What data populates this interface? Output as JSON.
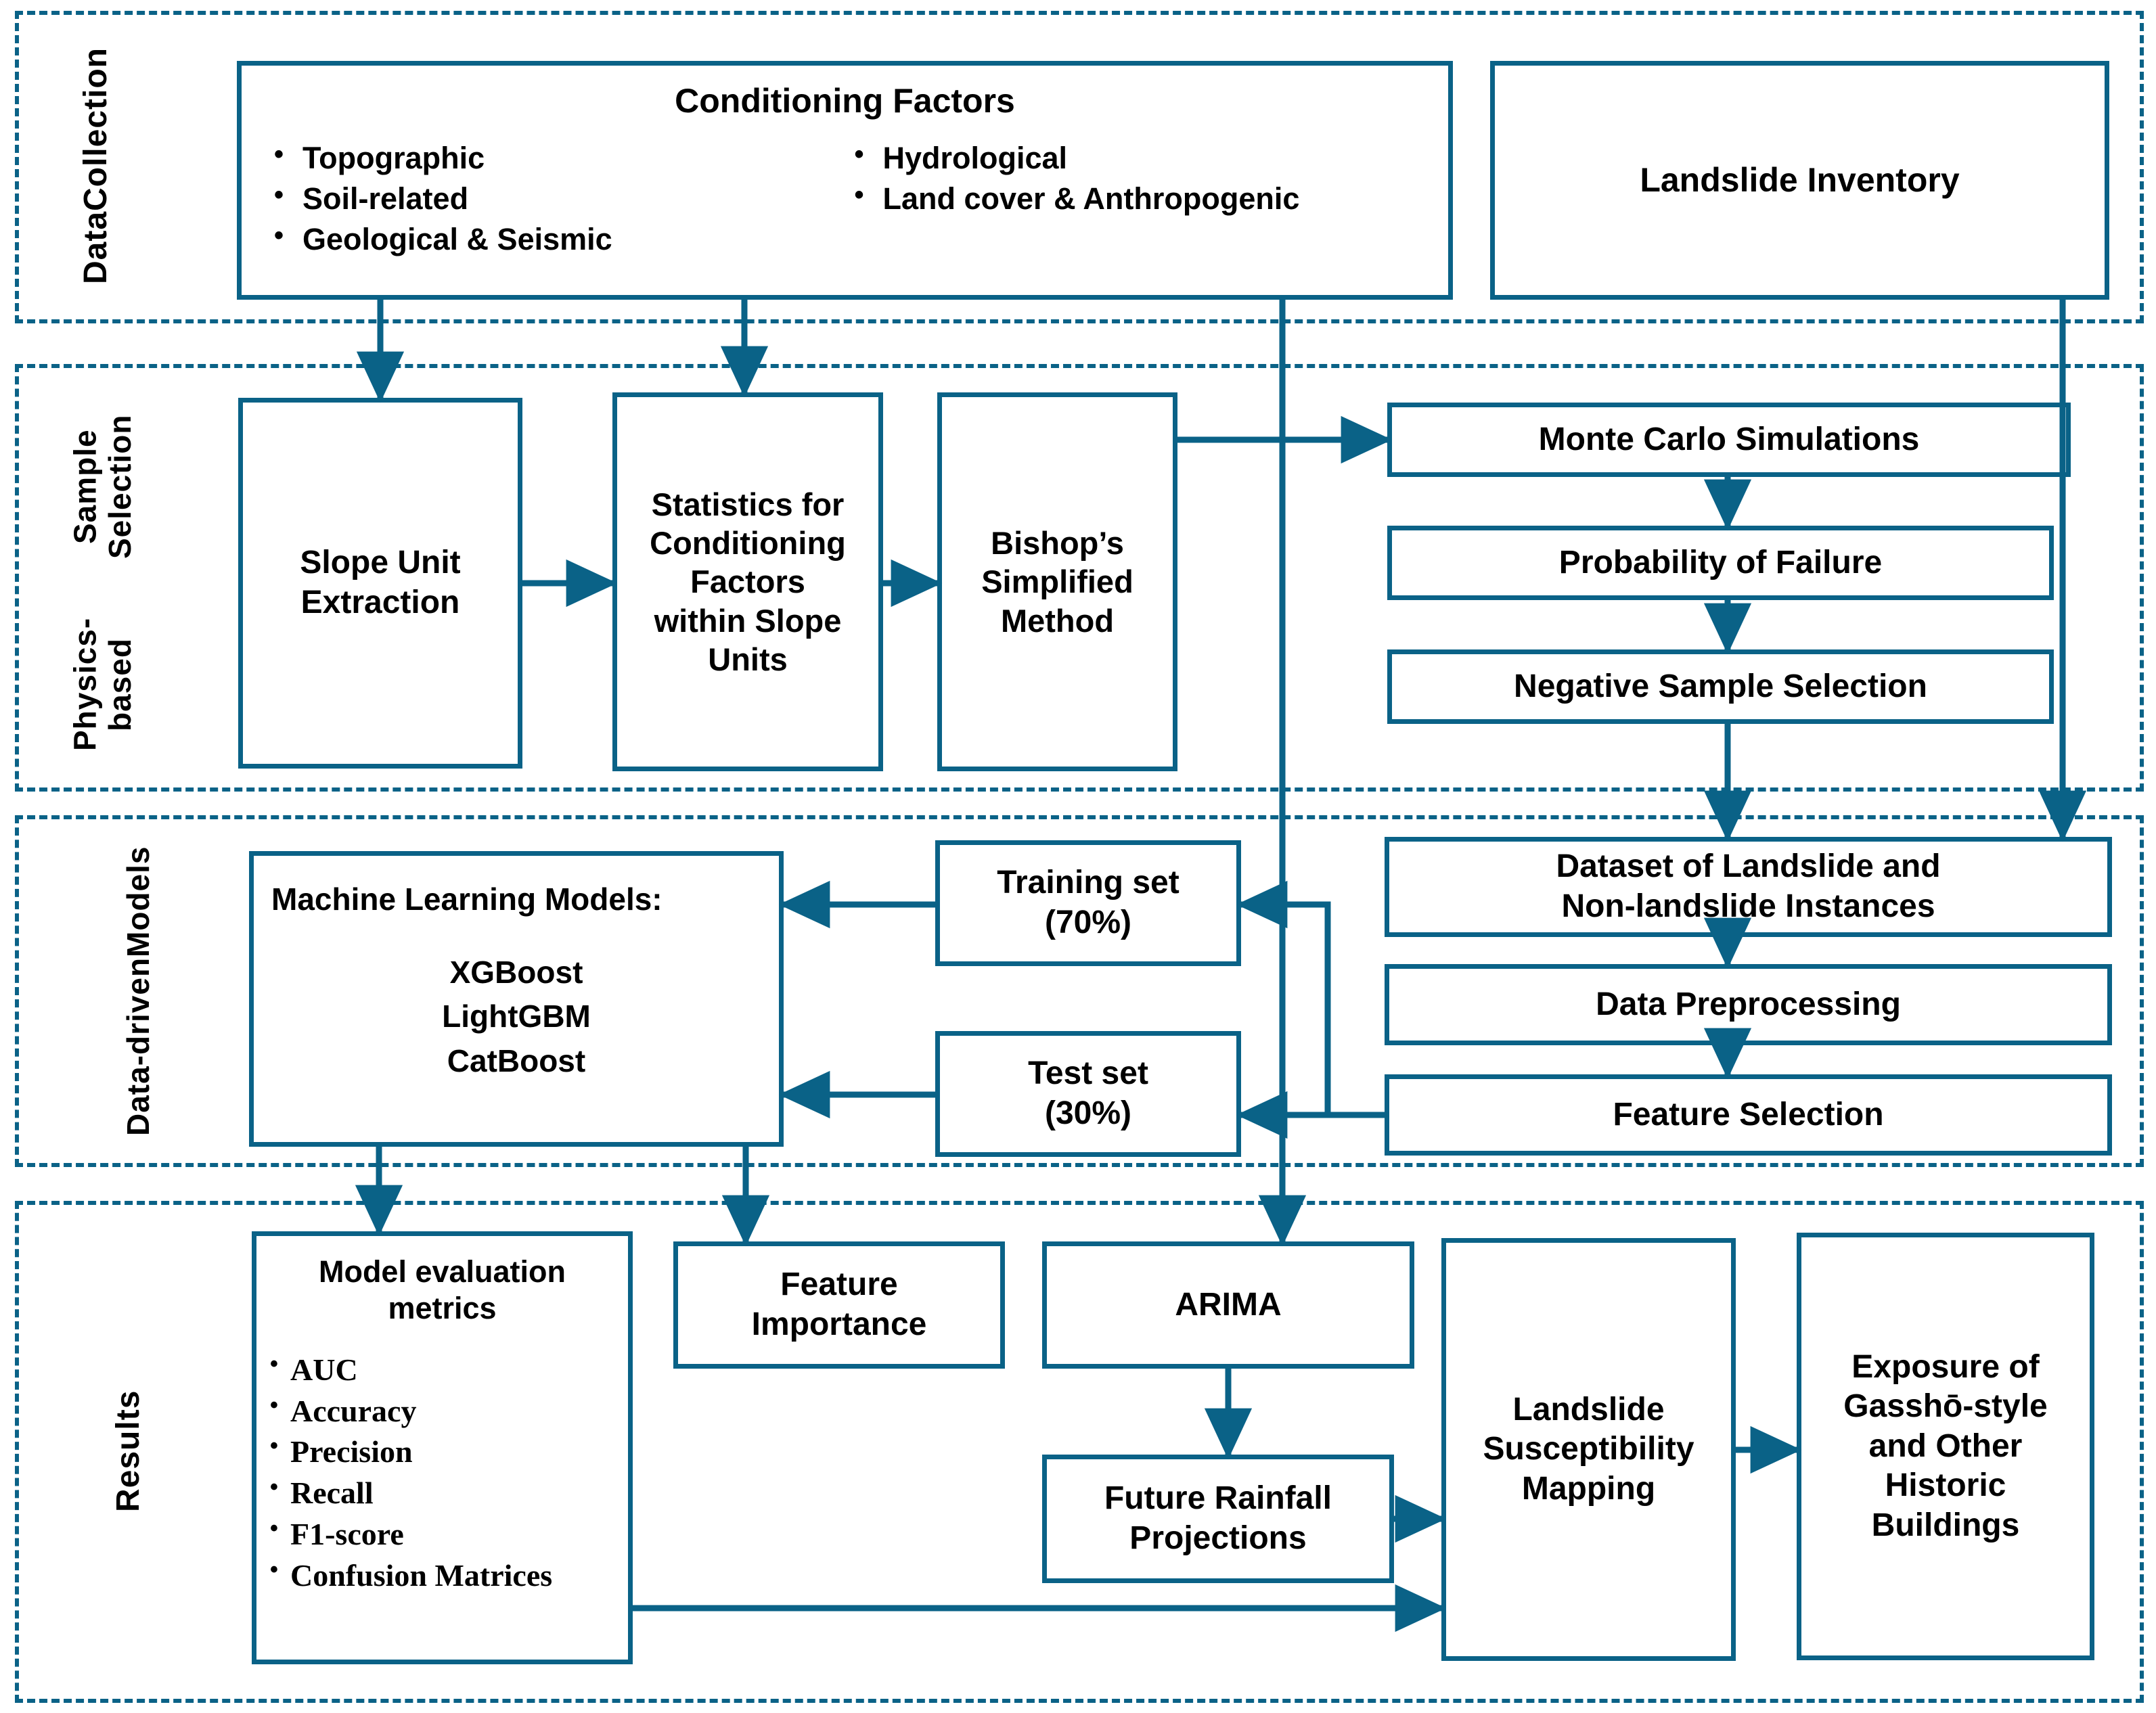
{
  "diagram": {
    "type": "flowchart",
    "accent_color": "#0a6287",
    "text_color": "#000000",
    "background": "#ffffff"
  },
  "bands": [
    {
      "id": "data-collection",
      "label_line1": "Data",
      "label_line2": "Collection"
    },
    {
      "id": "physics-based",
      "label_line1": "Physics-based",
      "label_line2": "Sample Selection"
    },
    {
      "id": "data-driven",
      "label_line1": "Data-driven",
      "label_line2": "Models"
    },
    {
      "id": "results",
      "label_line1": "Results",
      "label_line2": ""
    }
  ],
  "conditioning_factors": {
    "title": "Conditioning Factors",
    "column_left": [
      "Topographic",
      "Soil-related",
      "Geological & Seismic"
    ],
    "column_right": [
      "Hydrological",
      "Land cover & Anthropogenic"
    ]
  },
  "boxes": {
    "landslide_inventory": "Landslide Inventory",
    "slope_unit_extraction": "Slope Unit\nExtraction",
    "slope_unit_extraction_l1": "Slope Unit",
    "slope_unit_extraction_l2": "Extraction",
    "statistics_l1": "Statistics for",
    "statistics_l2": "Conditioning",
    "statistics_l3": "Factors",
    "statistics_l4": "within Slope",
    "statistics_l5": "Units",
    "bishop_l1": "Bishop’s",
    "bishop_l2": "Simplified",
    "bishop_l3": "Method",
    "monte_carlo": "Monte Carlo Simulations",
    "probability_of_failure": "Probability of Failure",
    "negative_sample_selection": "Negative Sample Selection",
    "ml_models_title": "Machine Learning Models:",
    "ml_models_1": "XGBoost",
    "ml_models_2": "LightGBM",
    "ml_models_3": "CatBoost",
    "training_set_l1": "Training set",
    "training_set_l2": "(70%)",
    "test_set_l1": "Test set",
    "test_set_l2": "(30%)",
    "dataset_l1": "Dataset of  Landslide and",
    "dataset_l2": "Non-landslide Instances",
    "data_preprocessing": "Data Preprocessing",
    "feature_selection": "Feature Selection",
    "metrics_title_l1": "Model evaluation",
    "metrics_title_l2": "metrics",
    "metrics_items": [
      "AUC",
      "Accuracy",
      "Precision",
      "Recall",
      "F1-score",
      "Confusion Matrices"
    ],
    "feature_importance_l1": "Feature",
    "feature_importance_l2": "Importance",
    "arima": "ARIMA",
    "future_rainfall_l1": "Future Rainfall",
    "future_rainfall_l2": "Projections",
    "lsm_l1": "Landslide",
    "lsm_l2": "Susceptibility",
    "lsm_l3": "Mapping",
    "exposure_l1": "Exposure of",
    "exposure_l2": "Gasshō-style",
    "exposure_l3": "and Other",
    "exposure_l4": "Historic",
    "exposure_l5": "Buildings"
  }
}
